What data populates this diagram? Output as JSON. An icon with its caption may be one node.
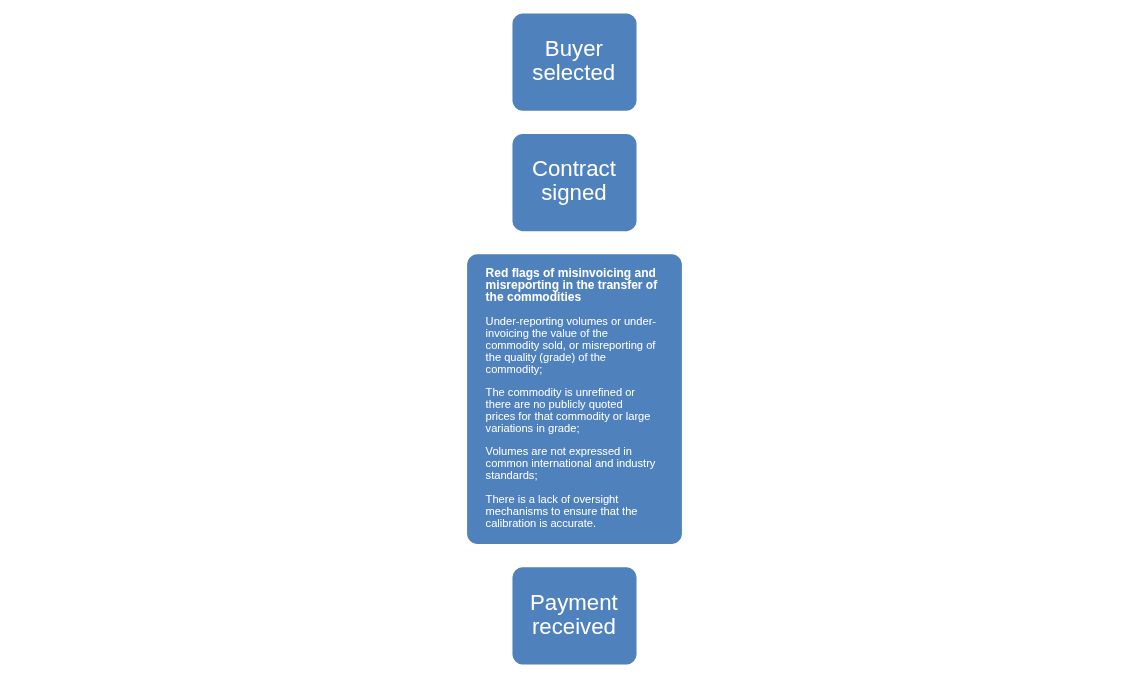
{
  "diagram": {
    "nodes": [
      {
        "text": [
          "Buyer selected"
        ]
      },
      {
        "text": [
          "Contract signed"
        ]
      },
      {
        "text": [
          "Red flags of misinvoicing and misreporting in the transfer of the commodities",
          "Under-reporting volumes or under-invoicing the value of the commodity sold, or misreporting of the quality (grade) of the commodity;",
          "The commodity is unrefined or there are no publicly quoted prices for that commodity or large variations in grade;",
          "Volumes are not expressed in common international and industry standards;",
          "There is a lack of oversight mechanisms to ensure that the calibration is accurate."
        ]
      },
      {
        "text": [
          "Payment received"
        ]
      }
    ]
  }
}
